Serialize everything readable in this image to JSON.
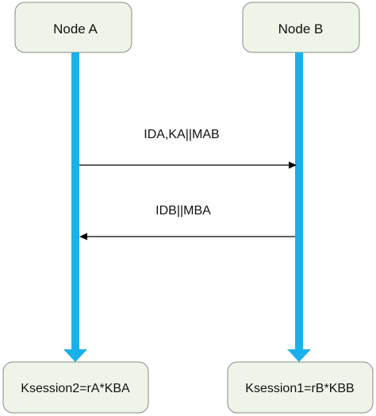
{
  "nodes": {
    "a_label": "Node A",
    "b_label": "Node B"
  },
  "messages": {
    "a_to_b": "IDA,KA||MAB",
    "b_to_a": "IDB||MBA"
  },
  "results": {
    "a_result": "Ksession2=rA*KBA",
    "b_result": "Ksession1=rB*KBB"
  },
  "colors": {
    "box_fill": "#eef5e8",
    "box_stroke": "#8a8a8a",
    "lifeline": "#1ab0ea",
    "arrow": "#000000",
    "text": "#111111"
  }
}
